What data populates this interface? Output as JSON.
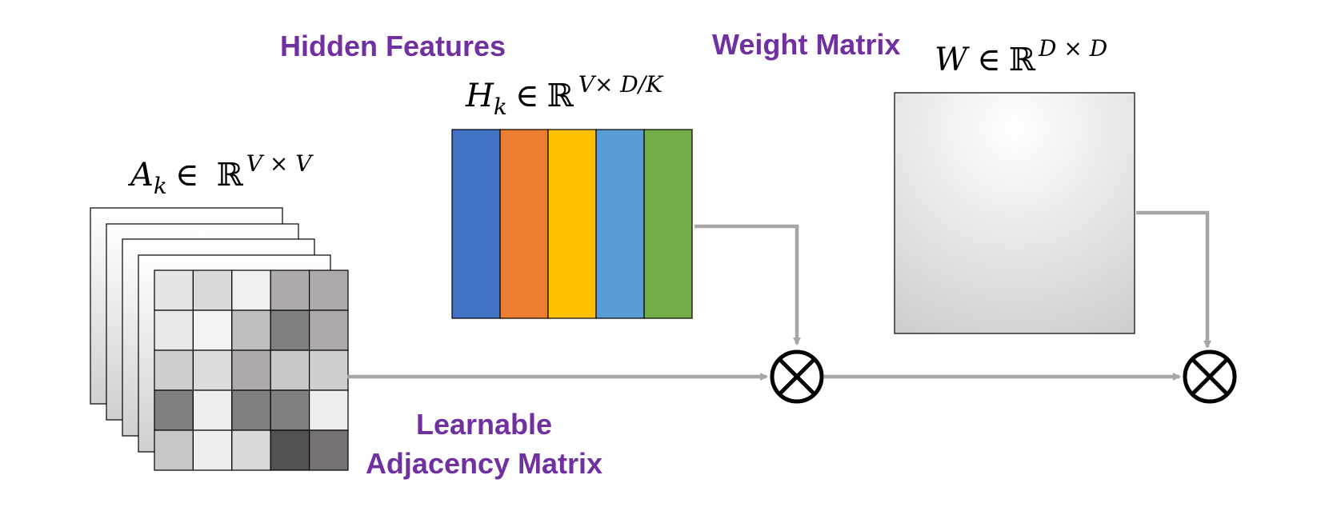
{
  "labels": {
    "hidden_features": "Hidden Features",
    "weight_matrix": "Weight Matrix",
    "learnable_line1": "Learnable",
    "learnable_line2": "Adjacency Matrix"
  },
  "formulas": {
    "adjacency": {
      "symbol": "A",
      "sub": "k",
      "rel": "∈",
      "set": "ℝ",
      "sup": "V × V"
    },
    "hidden": {
      "symbol": "H",
      "sub": "k",
      "rel": "∈",
      "set": "ℝ",
      "sup": "V× D/K"
    },
    "weight": {
      "symbol": "W",
      "rel": "∈",
      "set": "ℝ",
      "sup": "D × D"
    }
  },
  "operators": {
    "symbol": "multiply-circle-icon",
    "count": 2
  },
  "colors": {
    "label": "#7030a0",
    "connector": "#a6a6a6",
    "h_columns": [
      "#4472c4",
      "#ed7d31",
      "#ffc000",
      "#5b9bd5",
      "#70ad47"
    ]
  },
  "adjacency_grid": [
    [
      "#e6e6e6",
      "#d9d9d9",
      "#f0f0f0",
      "#aeaaaa",
      "#aeaaaa"
    ],
    [
      "#e8e8e8",
      "#f2f2f2",
      "#bfbfbf",
      "#7f7f7f",
      "#aeaaaa"
    ],
    [
      "#d0cece",
      "#dcdcdc",
      "#aeaaaa",
      "#c8c8c8",
      "#d0cece"
    ],
    [
      "#808080",
      "#ededed",
      "#808080",
      "#808080",
      "#ededed"
    ],
    [
      "#c8c8c8",
      "#eeeeee",
      "#d9d9d9",
      "#525252",
      "#767171"
    ]
  ]
}
